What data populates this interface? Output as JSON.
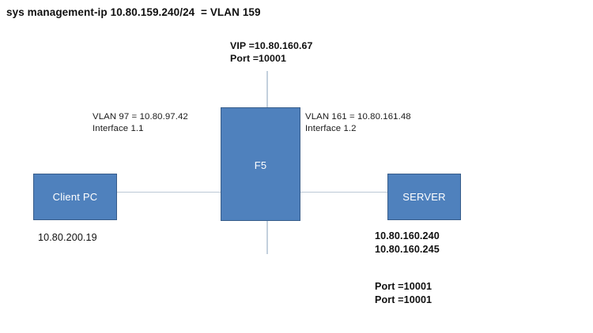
{
  "diagram": {
    "title": "sys management-ip 10.80.159.240/24  = VLAN 159",
    "nodes": {
      "client": {
        "label": "Client PC",
        "ip": "10.80.200.19"
      },
      "f5": {
        "label": "F5"
      },
      "server": {
        "label": "SERVER",
        "ips": "10.80.160.240\n10.80.160.245",
        "ports": "Port =10001\nPort =10001"
      }
    },
    "annotations": {
      "vip": "VIP =10.80.160.67\nPort =10001",
      "vlan_left": "VLAN 97 = 10.80.97.42\nInterface 1.1",
      "vlan_right": "VLAN 161 = 10.80.161.48\nInterface 1.2"
    },
    "colors": {
      "box_fill": "#4f81bd",
      "box_border": "#385d8a",
      "connector": "#bcc8d6",
      "background": "#ffffff",
      "text": "#101010"
    }
  }
}
